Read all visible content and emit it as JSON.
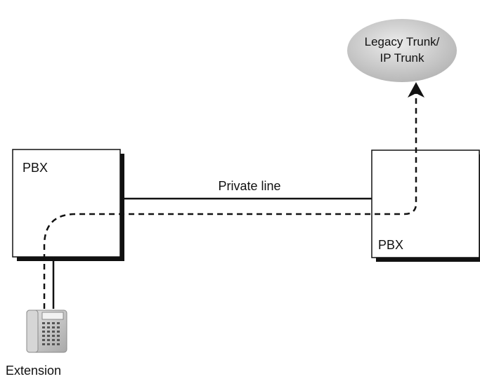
{
  "diagram": {
    "trunk_cloud": {
      "line1": "Legacy Trunk/",
      "line2": "IP Trunk"
    },
    "pbx_left": {
      "label": "PBX"
    },
    "pbx_right": {
      "label": "PBX"
    },
    "private_line": {
      "label": "Private line"
    },
    "extension": {
      "label": "Extension",
      "icon": "desk-phone-icon"
    },
    "call_path": {
      "style": "dashed",
      "color": "#111111"
    },
    "colors": {
      "stroke": "#111111",
      "box_fill": "#ffffff",
      "box_shadow": "#111111",
      "cloud_fill_light": "#e6e6e6",
      "cloud_fill_dark": "#b5b5b5",
      "phone_body": "#c9c9c9"
    }
  }
}
